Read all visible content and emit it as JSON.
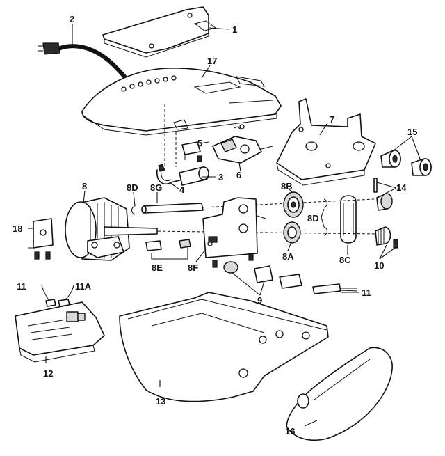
{
  "callouts": {
    "c1": "1",
    "c2": "2",
    "c3": "3",
    "c4": "4",
    "c5": "5",
    "c6": "6",
    "c7": "7",
    "c8": "8",
    "c8a": "8A",
    "c8b": "8B",
    "c8c": "8C",
    "c8d_left": "8D",
    "c8d_right": "8D",
    "c8e": "8E",
    "c8f": "8F",
    "c8g": "8G",
    "c9": "9",
    "c10": "10",
    "c11_left": "11",
    "c11a": "11A",
    "c11_right": "11",
    "c12": "12",
    "c13": "13",
    "c14": "14",
    "c15": "15",
    "c16": "16",
    "c17": "17",
    "c18": "18"
  },
  "colors": {
    "line": "#111111",
    "shade": "#d9d9d9",
    "background": "#ffffff"
  }
}
